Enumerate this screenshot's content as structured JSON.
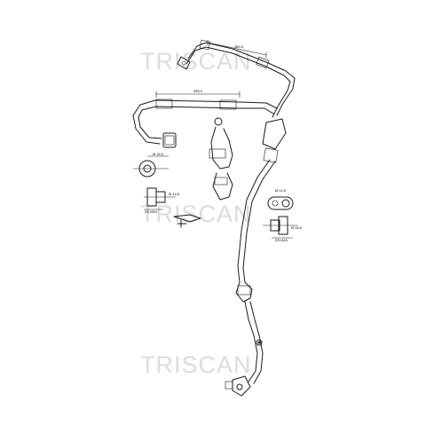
{
  "watermark": {
    "text": "TRISCAN",
    "color": "#dcdcdc"
  },
  "dimensions": {
    "top_length": "380.0",
    "mid_length": "355.0",
    "left_dia_top": "Ø 15.0",
    "left_dia_side": "Ø 14.5",
    "left_wrench": "ZS M10",
    "right_dia_top": "Ø 14.5",
    "right_dia_side": "Ø 16.5",
    "right_wrench": "ZS M10"
  },
  "colors": {
    "line": "#1a1a1a",
    "background": "#ffffff"
  }
}
